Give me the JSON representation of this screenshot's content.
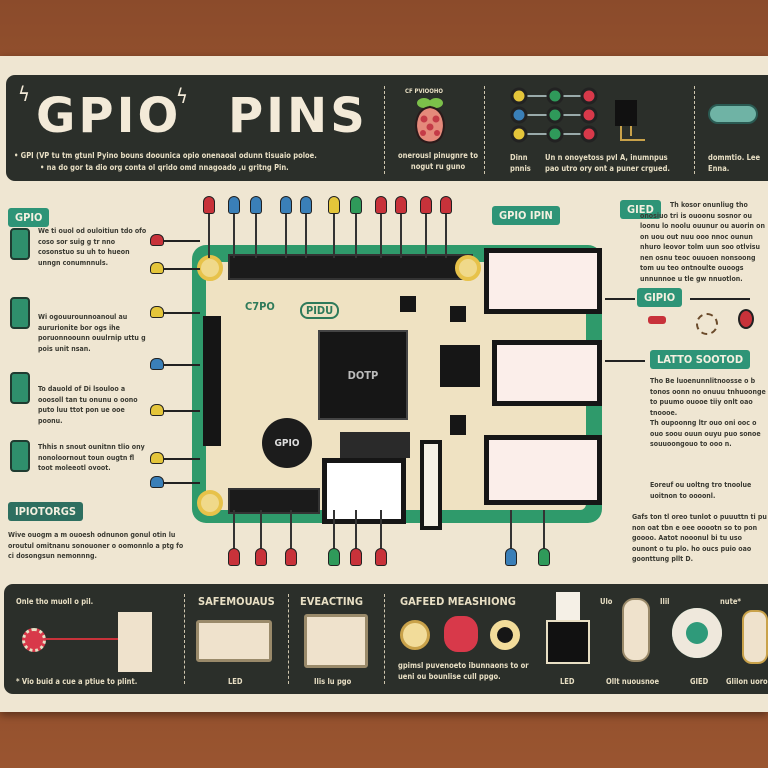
{
  "header": {
    "title_left": "GPIO",
    "title_right": "PINS",
    "desc_line1": "• GPI (VP tu tm gtunl Pyino bouns doounica opio onenaoal odunn tisuaio poloe.",
    "desc_line2": "• na do gor ta dio org conta ol qrido omd nnagoado ,u gritng Pin.",
    "pi_caption_top": "CF PVIOOHO",
    "pi_caption": "onerousl pinugnre to nogut ru guno",
    "pins_caption_a": "Dinn pnnis",
    "pins_caption_b": "Un n onoyetoss pvl A, inumnpus pao utro ory ont a puner crgued.",
    "right_caption": "dommtio. Lee Enna."
  },
  "board": {
    "gpio_label": "GPIO",
    "chip_label": "DOTP",
    "silk_text": [
      "C7PO",
      "PIDU"
    ],
    "top_led_colors": [
      "#c8323a",
      "#3a7fb8",
      "#3a7fb8",
      "#3a7fb8",
      "#3a7fb8",
      "#e4c53a",
      "#2f9a5a",
      "#c8323a",
      "#c8323a",
      "#c8323a",
      "#c8323a"
    ],
    "bottom_led_colors": [
      "#c8323a",
      "#c8323a",
      "#c8323a",
      "#2f9a5a",
      "#c8323a",
      "#c8323a",
      "#3a7fb8",
      "#2f9a5a"
    ],
    "left_led_colors": [
      "#c8323a",
      "#e4c53a",
      "#e4c53a",
      "#3a7fb8",
      "#e4c53a",
      "#e4c53a",
      "#3a7fb8"
    ]
  },
  "left": {
    "tag_top": "GPIO",
    "tag_bottom": "IPIOTORGS",
    "paras": [
      "We ti ouol od ouloitiun tdo ofo coso sor suig g tr nno cosonstuo su uh to hueon unngn conumnnuls.",
      "Wi ogouurounnoanoul au aururionite bor ogs ihe poruonnoounn ouulrnip uttu g pois unit nsan.",
      "To dauold of Di lsouloo a ooosoll tan tu onunu o oono puto luu ttot pon ue ooe poonu.",
      "Thhis n snout ounitnn tlio ony nonoloornout toun ougtn fl toot moleeotl ovoot.",
      "Wive ouogm a m ouoesh odnunon gonul otin lu oroutul omitnanu sonouoner o oomonnlo a ptg fo ci dosongsun nemonnng."
    ]
  },
  "right": {
    "tag_gpio_pin": "GPIO IPIN",
    "tag_gled": "GIED",
    "tag_gpio": "GIPIO",
    "tag_latto": "LATTO SOOTOD",
    "para1": "Th kosor onunliug tho onosiuo tri is ouoonu sosnor ou loonu lo noolu ouunur ou auorin on on uou out nuu ooo nnoc ounun nhuro leovor tolm uun soo otlvisu nen osnu teoc ouuoen nonsoong tom uu teo ontnoulte ouoogs unnunnoe u tle gw nnuotlon.",
    "para2": "Tho Be luoenunnlitnoosse o b tonos oonn no onuuu tnhuoonge to puumo ouooe tiiy onlt oao tnoooe.",
    "para3": "Th oupoonng ltr ouo oni ooc o ouo soou ouun ouyu puo sonoe souuoongouo to ooo n.",
    "para4": "Eoreuf ou uoltng tro tnoolue uoitnon to oooonl.",
    "para5": "Gafs ton tl oreo tunlot o puuuttn ti pu non oat tbn e oee ooootn so to pon goooo. Aatot nooonul bi tu uso ounont o tu plo. ho oucs puio oao goonttung pllt D."
  },
  "footer": {
    "col1_top": "Onle tho muoll o pil.",
    "col1_bottom": "* Vio buid a cue a ptiue to plint.",
    "col2_title": "SAFEMOUAUS",
    "col2_caption": "LED",
    "col3_title": "EVEACTING",
    "col3_caption": "Ilis lu pgo",
    "col4_title": "GAFEED MEASHIONG",
    "col4_caption": "gpimsl puvenoeto ibunnaons to or ueni ou bounlise cull ppgo.",
    "col5_caption": "LED",
    "col6_label": "Ulo",
    "col6_caption": "Ollt nuousnoe",
    "col7_label": "Ilil",
    "col7_caption": "GIED",
    "col8_label": "nute*",
    "col8_caption": "Glilon uoro"
  }
}
